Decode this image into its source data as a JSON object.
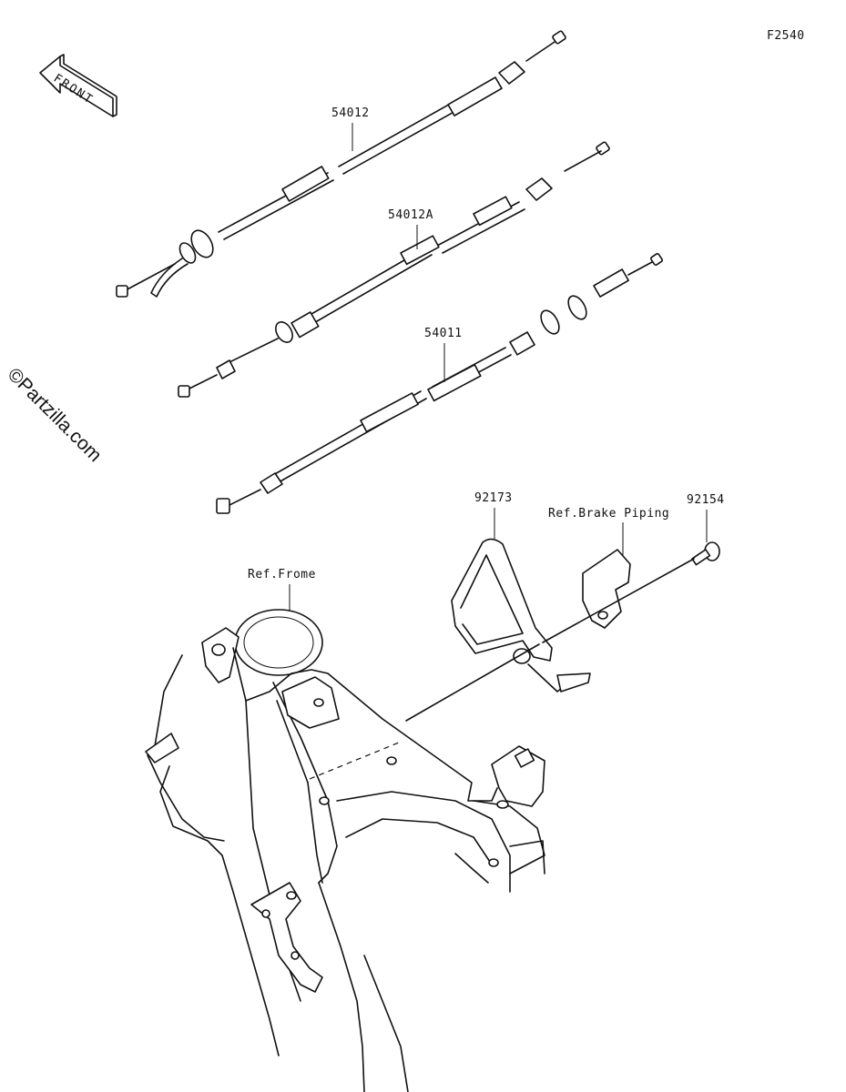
{
  "diagram_code": "F2540",
  "front_arrow": {
    "label": "FRONT"
  },
  "parts": {
    "p54012": "54012",
    "p54012A": "54012A",
    "p54011": "54011",
    "p92173": "92173",
    "p92154": "92154"
  },
  "references": {
    "brake_piping": "Ref.Brake Piping",
    "frame": "Ref.Frome"
  },
  "watermark": "©Partzilla.com"
}
